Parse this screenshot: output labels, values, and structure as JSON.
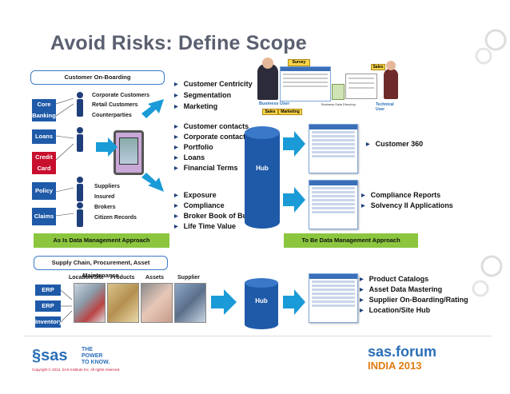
{
  "title": "Avoid Risks: Define Scope",
  "onboarding": {
    "label": "Customer On-Boarding",
    "customer_types": [
      "Corporate Customers",
      "Retail Customers",
      "Counterparties"
    ],
    "supplier_types": [
      "Suppliers",
      "Insured",
      "Brokers",
      "Citizen Records"
    ],
    "systems": [
      {
        "label": "Core",
        "color": "#1f5aa8"
      },
      {
        "label": "Banking",
        "color": "#1f5aa8"
      },
      {
        "label": "Loans",
        "color": "#1f5aa8"
      },
      {
        "label": "Credit",
        "color": "#c8102e"
      },
      {
        "label": "Card",
        "color": "#c8102e"
      },
      {
        "label": "Policy",
        "color": "#1f5aa8"
      },
      {
        "label": "Claims",
        "color": "#1f5aa8"
      }
    ],
    "as_is_label": "As Is Data Management  Approach",
    "to_be_label": "To Be Data Management Approach"
  },
  "group1_bullets": [
    "Customer Centricity",
    "Segmentation",
    "Marketing"
  ],
  "group2_bullets": [
    "Customer contacts",
    "Corporate contacts",
    "Portfolio",
    "Loans",
    "Financial Terms"
  ],
  "group3_bullets": [
    "Exposure",
    "Compliance",
    "Broker Book of Business",
    "Life Time Value"
  ],
  "hub_label": "Hub",
  "result1": [
    "Customer 360"
  ],
  "result2": [
    "Compliance Reports",
    "Solvency II Applications"
  ],
  "users": {
    "business_user": "Business User",
    "technical_user": "Technical User",
    "business_tag_top": "Survey",
    "business_tags": [
      "Sales",
      "Marketing"
    ],
    "technical_tag": "Sales",
    "directory_label": "Business Data Directory"
  },
  "supply": {
    "label": "Supply Chain, Procurement, Asset Maintenance",
    "columns": [
      "Location/Site",
      "Products",
      "Assets",
      "Supplier"
    ],
    "systems": [
      "ERP",
      "ERP",
      "Inventory"
    ],
    "hub_label": "Hub",
    "bullets": [
      "Product Catalogs",
      "Asset Data Mastering",
      "Supplier On-Boarding/Rating",
      "Location/Site Hub"
    ]
  },
  "footer": {
    "logo": "sas",
    "tagline": [
      "THE",
      "POWER",
      "TO KNOW."
    ],
    "copyright": "Copyright © 2013, SAS Institute Inc. All rights reserved.",
    "forum": "sas.forum",
    "event": "INDIA 2013"
  }
}
